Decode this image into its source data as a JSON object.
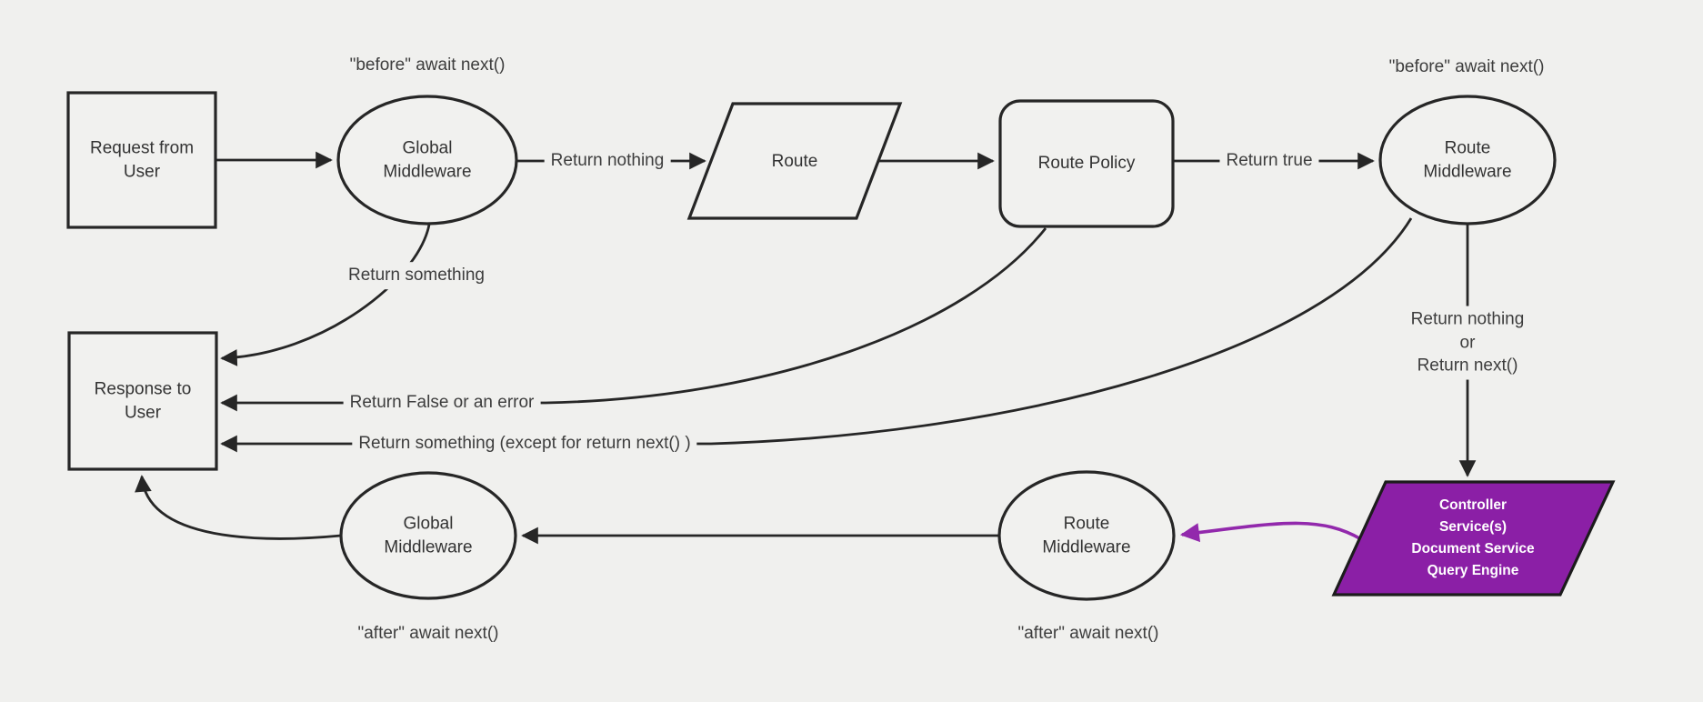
{
  "diagram_title": "middleware request-response flow",
  "colors": {
    "background": "#f0f0ee",
    "node_fill": "#f1f1ef",
    "stroke": "#262626",
    "text": "#3d3d3d",
    "purple_fill": "#8b1fa6",
    "purple_stroke": "#1c1c1c",
    "purple_arrow": "#9229ac",
    "controller_text": "#ffffff"
  },
  "nodes": {
    "request_from_user": "Request from\nUser",
    "global_middleware_top": "Global\nMiddleware",
    "route": "Route",
    "route_policy": "Route Policy",
    "route_middleware_top": "Route\nMiddleware",
    "controller": "Controller\nService(s)\nDocument Service\nQuery Engine",
    "route_middleware_bottom": "Route\nMiddleware",
    "global_middleware_bottom": "Global\nMiddleware",
    "response_to_user": "Response to\nUser"
  },
  "edge_labels": {
    "before_await_next_left": "\"before\" await next()",
    "before_await_next_right": "\"before\" await next()",
    "return_nothing": "Return nothing",
    "return_true": "Return true",
    "return_something": "Return something",
    "return_false_or_error": "Return False or an error",
    "return_something_except": "Return something (except for return next() )",
    "return_nothing_or_next": "Return nothing\nor\nReturn next()",
    "after_await_next_left": "\"after\" await next()",
    "after_await_next_right": "\"after\" await next()"
  }
}
